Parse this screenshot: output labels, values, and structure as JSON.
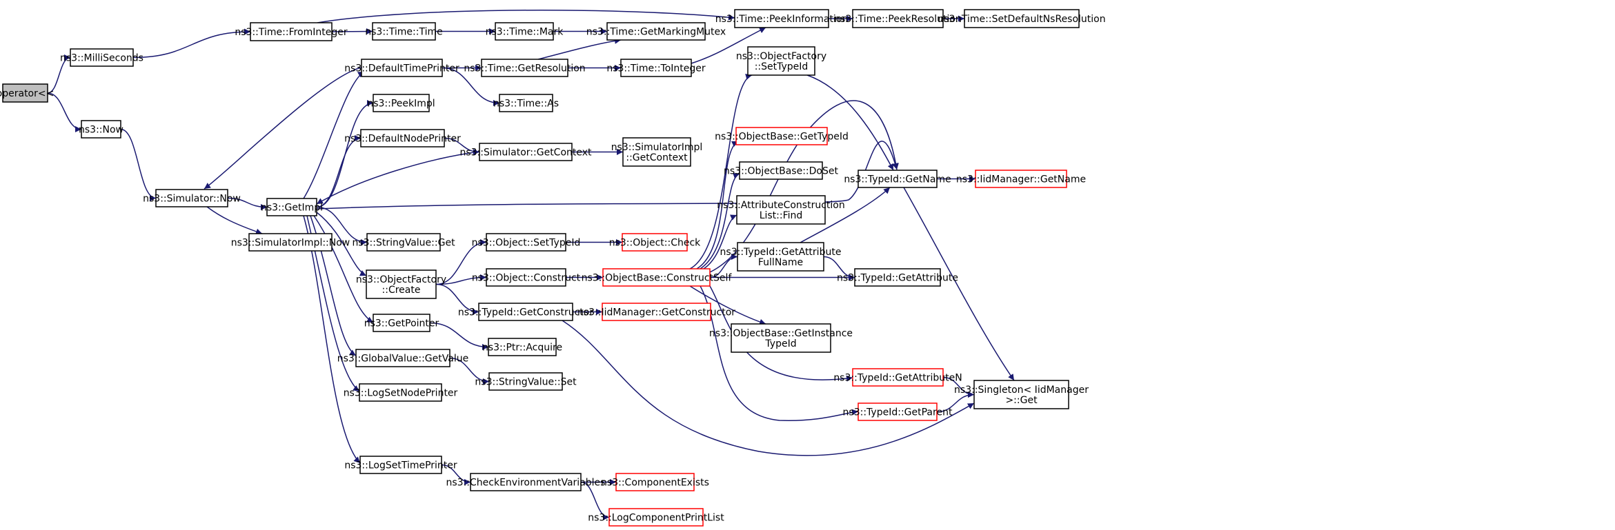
{
  "title": "",
  "colors": {
    "edge": "#191970",
    "normal_border": "#000000",
    "external_border": "#ff0000",
    "root_fill": "#bfbfbf"
  },
  "nodes": [
    {
      "id": "root",
      "lines": [
        "operator<<"
      ],
      "style": "root"
    },
    {
      "id": "MilliSeconds",
      "lines": [
        "ns3::MilliSeconds"
      ]
    },
    {
      "id": "Now",
      "lines": [
        "ns3::Now"
      ]
    },
    {
      "id": "FromInteger",
      "lines": [
        "ns3::Time::FromInteger"
      ]
    },
    {
      "id": "TimeTime",
      "lines": [
        "ns3::Time::Time"
      ]
    },
    {
      "id": "TimeMark",
      "lines": [
        "ns3::Time::Mark"
      ]
    },
    {
      "id": "GetMarkingMutex",
      "lines": [
        "ns3::Time::GetMarkingMutex"
      ]
    },
    {
      "id": "PeekInformation",
      "lines": [
        "ns3::Time::PeekInformation"
      ]
    },
    {
      "id": "PeekResolution",
      "lines": [
        "ns3::Time::PeekResolution"
      ]
    },
    {
      "id": "SetDefaultNsResolution",
      "lines": [
        "ns3::Time::SetDefaultNsResolution"
      ]
    },
    {
      "id": "SimNow",
      "lines": [
        "ns3::Simulator::Now"
      ]
    },
    {
      "id": "SimImplNow",
      "lines": [
        "ns3::SimulatorImpl::Now"
      ]
    },
    {
      "id": "GetImpl",
      "lines": [
        "ns3::GetImpl"
      ]
    },
    {
      "id": "DefaultTimePrinter",
      "lines": [
        "ns3::DefaultTimePrinter"
      ]
    },
    {
      "id": "GetResolution",
      "lines": [
        "ns3::Time::GetResolution"
      ]
    },
    {
      "id": "ToInteger",
      "lines": [
        "ns3::Time::ToInteger"
      ]
    },
    {
      "id": "TimeAs",
      "lines": [
        "ns3::Time::As"
      ]
    },
    {
      "id": "PeekImpl",
      "lines": [
        "ns3::PeekImpl"
      ]
    },
    {
      "id": "DefaultNodePrinter",
      "lines": [
        "ns3::DefaultNodePrinter"
      ]
    },
    {
      "id": "SimGetContext",
      "lines": [
        "ns3::Simulator::GetContext"
      ]
    },
    {
      "id": "SimImplGetContext",
      "lines": [
        "ns3::SimulatorImpl",
        "::GetContext"
      ]
    },
    {
      "id": "StringValueGet",
      "lines": [
        "ns3::StringValue::Get"
      ]
    },
    {
      "id": "OFCreate",
      "lines": [
        "ns3::ObjectFactory",
        "::Create"
      ]
    },
    {
      "id": "ObjSetTypeId",
      "lines": [
        "ns3::Object::SetTypeId"
      ]
    },
    {
      "id": "ObjCheck",
      "lines": [
        "ns3::Object::Check"
      ],
      "style": "red"
    },
    {
      "id": "ObjConstruct",
      "lines": [
        "ns3::Object::Construct"
      ]
    },
    {
      "id": "OBConstructSelf",
      "lines": [
        "ns3::ObjectBase::ConstructSelf"
      ],
      "style": "red"
    },
    {
      "id": "TypeIdGetConstructor",
      "lines": [
        "ns3::TypeId::GetConstructor"
      ]
    },
    {
      "id": "IidGetConstructor",
      "lines": [
        "ns3::IidManager::GetConstructor"
      ],
      "style": "red"
    },
    {
      "id": "GetPointer",
      "lines": [
        "ns3::GetPointer"
      ]
    },
    {
      "id": "PtrAcquire",
      "lines": [
        "ns3::Ptr::Acquire"
      ]
    },
    {
      "id": "GVGetValue",
      "lines": [
        "ns3::GlobalValue::GetValue"
      ]
    },
    {
      "id": "StringValueSet",
      "lines": [
        "ns3::StringValue::Set"
      ]
    },
    {
      "id": "LogSetNodePrinter",
      "lines": [
        "ns3::LogSetNodePrinter"
      ]
    },
    {
      "id": "LogSetTimePrinter",
      "lines": [
        "ns3::LogSetTimePrinter"
      ]
    },
    {
      "id": "CheckEnv",
      "lines": [
        "ns3::CheckEnvironmentVariables"
      ]
    },
    {
      "id": "ComponentExists",
      "lines": [
        "ns3::ComponentExists"
      ],
      "style": "red"
    },
    {
      "id": "LogComponentPrintList",
      "lines": [
        "ns3::LogComponentPrintList"
      ],
      "style": "red"
    },
    {
      "id": "OFSetTypeId",
      "lines": [
        "ns3::ObjectFactory",
        "::SetTypeId"
      ]
    },
    {
      "id": "OBGetTypeId",
      "lines": [
        "ns3::ObjectBase::GetTypeId"
      ],
      "style": "red"
    },
    {
      "id": "OBDoSet",
      "lines": [
        "ns3::ObjectBase::DoSet"
      ]
    },
    {
      "id": "ACLFind",
      "lines": [
        "ns3::AttributeConstruction",
        "List::Find"
      ]
    },
    {
      "id": "GetAttrFullName",
      "lines": [
        "ns3::TypeId::GetAttribute",
        "FullName"
      ]
    },
    {
      "id": "OBGetInstanceTypeId",
      "lines": [
        "ns3::ObjectBase::GetInstance",
        "TypeId"
      ]
    },
    {
      "id": "GetAttributeN",
      "lines": [
        "ns3::TypeId::GetAttributeN"
      ],
      "style": "red"
    },
    {
      "id": "GetParent",
      "lines": [
        "ns3::TypeId::GetParent"
      ],
      "style": "red"
    },
    {
      "id": "TypeIdGetName",
      "lines": [
        "ns3::TypeId::GetName"
      ]
    },
    {
      "id": "IidGetName",
      "lines": [
        "ns3::IidManager::GetName"
      ],
      "style": "red"
    },
    {
      "id": "TypeIdGetAttribute",
      "lines": [
        "ns3::TypeId::GetAttribute"
      ]
    },
    {
      "id": "SingletonGet",
      "lines": [
        "ns3::Singleton< IidManager",
        ">::Get"
      ]
    }
  ],
  "edges": [
    [
      "root",
      "MilliSeconds"
    ],
    [
      "root",
      "Now"
    ],
    [
      "MilliSeconds",
      "FromInteger"
    ],
    [
      "FromInteger",
      "TimeTime"
    ],
    [
      "FromInteger",
      "PeekInformation"
    ],
    [
      "TimeTime",
      "TimeMark"
    ],
    [
      "TimeMark",
      "GetMarkingMutex"
    ],
    [
      "PeekInformation",
      "PeekResolution"
    ],
    [
      "PeekResolution",
      "SetDefaultNsResolution"
    ],
    [
      "Now",
      "SimNow"
    ],
    [
      "SimNow",
      "GetImpl"
    ],
    [
      "SimNow",
      "SimImplNow"
    ],
    [
      "GetImpl",
      "DefaultTimePrinter"
    ],
    [
      "DefaultTimePrinter",
      "SimNow"
    ],
    [
      "DefaultTimePrinter",
      "GetResolution"
    ],
    [
      "DefaultTimePrinter",
      "TimeAs"
    ],
    [
      "GetResolution",
      "GetMarkingMutex"
    ],
    [
      "GetResolution",
      "ToInteger"
    ],
    [
      "ToInteger",
      "PeekInformation"
    ],
    [
      "GetImpl",
      "PeekImpl"
    ],
    [
      "GetImpl",
      "DefaultNodePrinter"
    ],
    [
      "DefaultNodePrinter",
      "SimGetContext"
    ],
    [
      "SimGetContext",
      "SimImplGetContext"
    ],
    [
      "SimGetContext",
      "GetImpl"
    ],
    [
      "GetImpl",
      "TypeIdGetName"
    ],
    [
      "GetImpl",
      "StringValueGet"
    ],
    [
      "GetImpl",
      "OFCreate"
    ],
    [
      "GetImpl",
      "GetPointer"
    ],
    [
      "GetImpl",
      "GVGetValue"
    ],
    [
      "GetImpl",
      "LogSetNodePrinter"
    ],
    [
      "GetImpl",
      "LogSetTimePrinter"
    ],
    [
      "OFCreate",
      "ObjSetTypeId"
    ],
    [
      "OFCreate",
      "ObjConstruct"
    ],
    [
      "OFCreate",
      "TypeIdGetConstructor"
    ],
    [
      "ObjSetTypeId",
      "ObjCheck"
    ],
    [
      "ObjConstruct",
      "OBConstructSelf"
    ],
    [
      "TypeIdGetConstructor",
      "IidGetConstructor"
    ],
    [
      "TypeIdGetConstructor",
      "SingletonGet"
    ],
    [
      "GetPointer",
      "PtrAcquire"
    ],
    [
      "GVGetValue",
      "StringValueSet"
    ],
    [
      "LogSetTimePrinter",
      "CheckEnv"
    ],
    [
      "CheckEnv",
      "ComponentExists"
    ],
    [
      "CheckEnv",
      "LogComponentPrintList"
    ],
    [
      "OBConstructSelf",
      "OFSetTypeId"
    ],
    [
      "OBConstructSelf",
      "OBGetTypeId"
    ],
    [
      "OBConstructSelf",
      "OBDoSet"
    ],
    [
      "OBConstructSelf",
      "ACLFind"
    ],
    [
      "OBConstructSelf",
      "GetAttrFullName"
    ],
    [
      "OBConstructSelf",
      "TypeIdGetAttribute"
    ],
    [
      "OBConstructSelf",
      "OBGetInstanceTypeId"
    ],
    [
      "OBConstructSelf",
      "GetAttributeN"
    ],
    [
      "OBConstructSelf",
      "GetParent"
    ],
    [
      "OBConstructSelf",
      "TypeIdGetName"
    ],
    [
      "OFSetTypeId",
      "TypeIdGetName"
    ],
    [
      "GetAttrFullName",
      "TypeIdGetName"
    ],
    [
      "GetAttrFullName",
      "TypeIdGetAttribute"
    ],
    [
      "TypeIdGetName",
      "IidGetName"
    ],
    [
      "TypeIdGetName",
      "SingletonGet"
    ],
    [
      "GetAttributeN",
      "SingletonGet"
    ],
    [
      "GetParent",
      "SingletonGet"
    ]
  ]
}
